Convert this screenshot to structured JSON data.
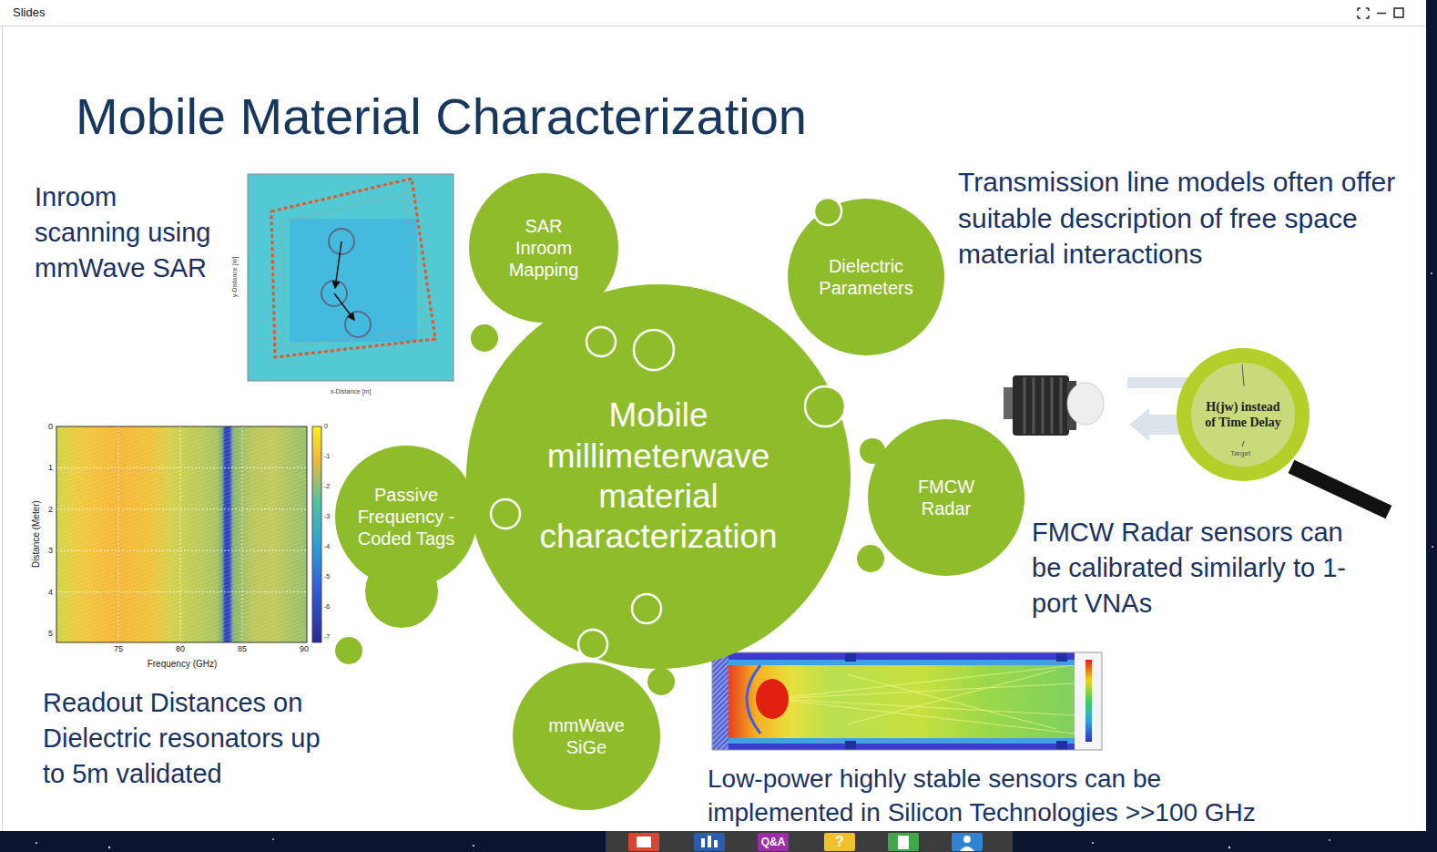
{
  "diagram": {
    "title": "Mobile Material Characterization",
    "nodes": [
      {
        "text": [
          "SAR Inroom Mapping"
        ]
      },
      {
        "text": [
          "Dielectric Parameters"
        ]
      },
      {
        "text": [
          "Mobile millimeterwave material characterization"
        ]
      },
      {
        "text": [
          "Passive Frequency -Coded Tags"
        ]
      },
      {
        "text": [
          "FMCW Radar"
        ]
      },
      {
        "text": [
          "mmWave SiGe"
        ]
      }
    ],
    "labels": [
      "Slides",
      "Inroom scanning using mmWave SAR",
      "y-Distance [m]",
      "x-Distance [m]",
      "Transmission line models often offer suitable description of free space material interactions",
      "H(jw) instead of Time Delay",
      "Target",
      "FMCW Radar sensors can be calibrated similarly to 1-port VNAs",
      "0",
      "1",
      "2",
      "3",
      "4",
      "5",
      "Distance (Meter)",
      "75",
      "80",
      "85",
      "90",
      "Frequency (GHz)",
      "0",
      "-1",
      "-2",
      "-3",
      "-4",
      "-5",
      "-6",
      "-7",
      "Readout Distances on Dielectric resonators up to 5m validated",
      "Low-power highly stable sensors can be implemented in Silicon Technologies >>100 GHz",
      "Q&A",
      "?"
    ]
  }
}
